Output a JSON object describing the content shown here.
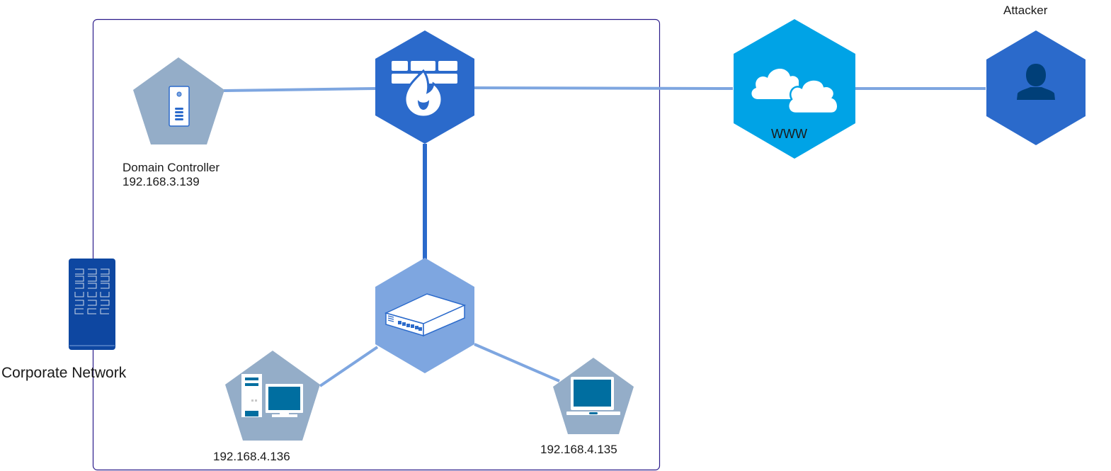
{
  "diagram": {
    "title": "Corporate network attack diagram",
    "group": {
      "label": "Corporate Network",
      "border_color": "#2B1B8A"
    },
    "nodes": {
      "domain_controller": {
        "type": "server",
        "label_line1": "Domain Controller",
        "label_line2": "192.168.3.139",
        "shape": "pentagon",
        "color": "#94ADC8"
      },
      "firewall": {
        "type": "firewall",
        "shape": "hexagon",
        "color": "#2B6ACB"
      },
      "switch": {
        "type": "network-switch",
        "shape": "hexagon",
        "color": "#7EA6E0"
      },
      "workstation": {
        "type": "desktop-pc",
        "label": "192.168.4.136",
        "shape": "pentagon",
        "color": "#94ADC8"
      },
      "laptop": {
        "type": "laptop",
        "label": "192.168.4.135",
        "shape": "pentagon",
        "color": "#94ADC8"
      },
      "internet": {
        "type": "cloud",
        "label": "WWW",
        "shape": "hexagon",
        "color": "#00A3E6"
      },
      "attacker": {
        "type": "user",
        "label": "Attacker",
        "shape": "hexagon",
        "color": "#2B6ACB"
      },
      "corporate_building": {
        "type": "building",
        "color": "#0E47A1"
      }
    },
    "edges": [
      {
        "from": "domain_controller",
        "to": "firewall",
        "color": "#7EA6E0"
      },
      {
        "from": "firewall",
        "to": "internet",
        "color": "#7EA6E0"
      },
      {
        "from": "internet",
        "to": "attacker",
        "color": "#7EA6E0"
      },
      {
        "from": "firewall",
        "to": "switch",
        "color": "#2B6ACB"
      },
      {
        "from": "switch",
        "to": "workstation",
        "color": "#7EA6E0"
      },
      {
        "from": "switch",
        "to": "laptop",
        "color": "#7EA6E0"
      }
    ]
  }
}
